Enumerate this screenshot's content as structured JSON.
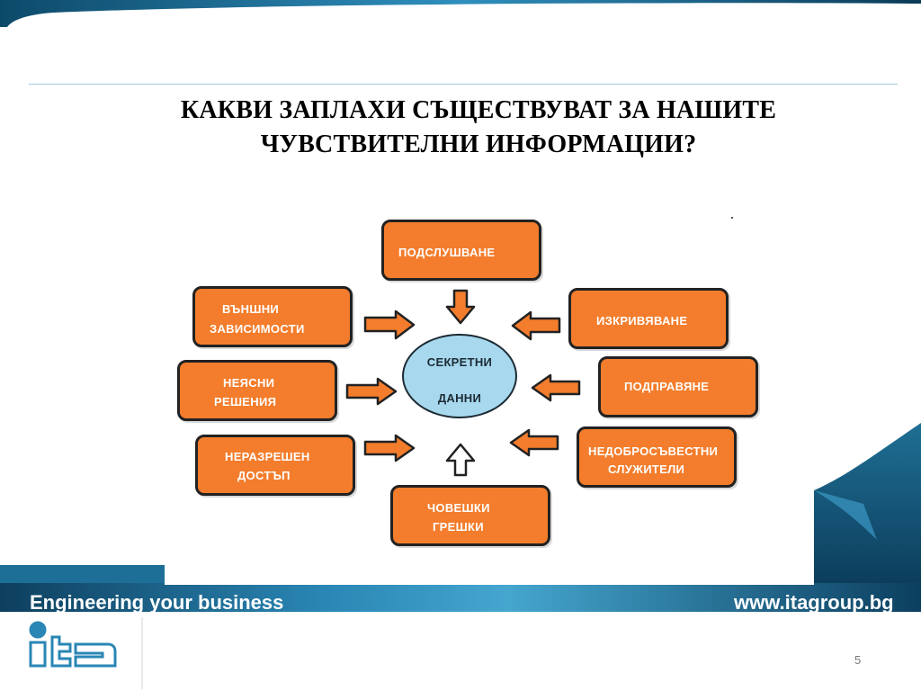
{
  "slide": {
    "title_line1": "КАКВИ ЗАПЛАХИ СЪЩЕСТВУВАТ ЗА НАШИТЕ",
    "title_line2": "ЧУВСТВИТЕЛНИ ИНФОРМАЦИИ?",
    "page_number": "5"
  },
  "diagram": {
    "center_line1": "СЕКРЕТНИ",
    "center_line2": "ДАННИ",
    "nodes": {
      "eavesdropping": "ПОДСЛУШВАНЕ",
      "external_1": "ВЪНШНИ",
      "external_2": "ЗАВИСИМОСТИ",
      "distortion": "ИЗКРИВЯВАНЕ",
      "unclear_1": "НЕЯСНИ",
      "unclear_2": "РЕШЕНИЯ",
      "tampering": "ПОДПРАВЯНЕ",
      "unauth_1": "НЕРАЗРЕШЕН",
      "unauth_2": "ДОСТЪП",
      "dishonest_1": "НЕДОБРОСЪВЕСТНИ",
      "dishonest_2": "СЛУЖИТЕЛИ",
      "human_1": "ЧОВЕШКИ",
      "human_2": "ГРЕШКИ"
    }
  },
  "footer": {
    "tagline": "Engineering your business",
    "website": "www.itagroup.bg"
  },
  "colors": {
    "node_fill": "#f37d2c",
    "center_fill": "#a7d8ee",
    "banner_dark": "#0e4a6e",
    "banner_light": "#3d9cc7"
  }
}
